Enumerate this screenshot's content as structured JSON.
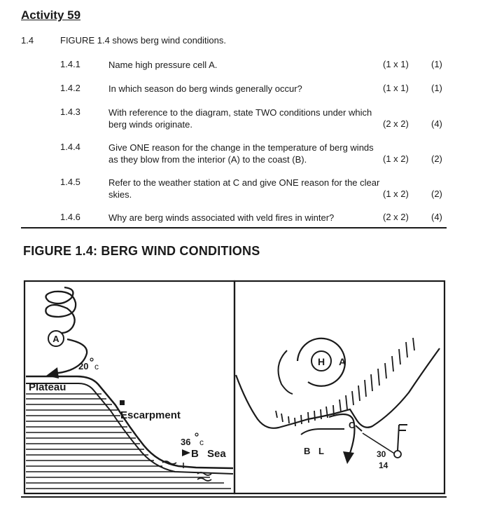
{
  "activity_title": "Activity 59",
  "section": {
    "number": "1.4",
    "intro": "FIGURE 1.4 shows berg wind conditions."
  },
  "questions": [
    {
      "num": "1.4.1",
      "lines": [
        "Name high pressure cell A."
      ],
      "marks": "(1 x 1)",
      "total": "(1)"
    },
    {
      "num": "1.4.2",
      "lines": [
        "In which season do berg winds generally occur?"
      ],
      "marks": "(1 x 1)",
      "total": "(1)"
    },
    {
      "num": "1.4.3",
      "lines": [
        "With reference to the diagram, state TWO conditions under which",
        "berg winds originate."
      ],
      "marks": "(2 x 2)",
      "total": "(4)"
    },
    {
      "num": "1.4.4",
      "lines": [
        "Give ONE reason for the change in the temperature of berg winds",
        "as they blow from the interior (A) to the coast (B)."
      ],
      "marks": "(1 x 2)",
      "total": "(2)"
    },
    {
      "num": "1.4.5",
      "lines": [
        "Refer to the weather station at C and give ONE reason for the clear",
        "skies."
      ],
      "marks": "(1 x 2)",
      "total": "(2)"
    },
    {
      "num": "1.4.6",
      "lines": [
        "Why are berg winds associated with veld fires in winter?"
      ],
      "marks": "(2 x 2)",
      "total": "(4)"
    }
  ],
  "figure": {
    "title": "FIGURE 1.4:  BERG WIND CONDITIONS",
    "left_panel": {
      "label_a": "A",
      "temp_interior": "20",
      "temp_unit": "c",
      "plateau": "Plateau",
      "escarpment": "Escarpment",
      "temp_coast": "36",
      "coast_label": "B",
      "sea": "Sea"
    },
    "right_panel": {
      "high_h": "H",
      "high_a": "A",
      "station_c": "C",
      "low_b": "B",
      "low_l": "L",
      "station_temp": "30",
      "station_dew": "14"
    }
  }
}
